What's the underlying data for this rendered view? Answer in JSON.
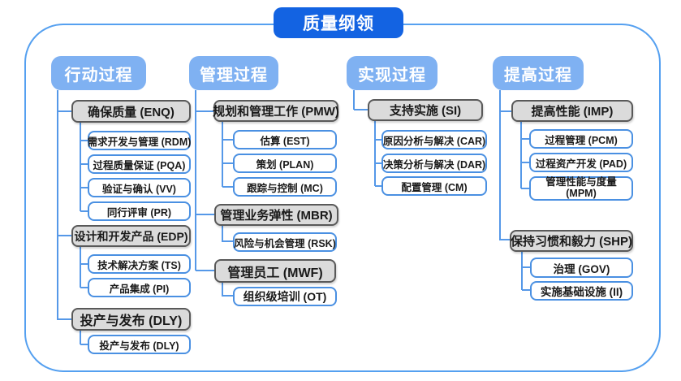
{
  "title": "质量纲领",
  "columns": [
    {
      "label": "行动过程",
      "groups": [
        {
          "label": "确保质量 (ENQ)",
          "children": [
            "需求开发与管理 (RDM)",
            "过程质量保证 (PQA)",
            "验证与确认 (VV)",
            "同行评审 (PR)"
          ]
        },
        {
          "label": "设计和开发产品 (EDP)",
          "children": [
            "技术解决方案 (TS)",
            "产品集成 (PI)"
          ]
        },
        {
          "label": "投产与发布 (DLY)",
          "children": [
            "投产与发布 (DLY)"
          ]
        }
      ]
    },
    {
      "label": "管理过程",
      "groups": [
        {
          "label": "规划和管理工作 (PMW)",
          "children": [
            "估算 (EST)",
            "策划 (PLAN)",
            "跟踪与控制 (MC)"
          ]
        },
        {
          "label": "管理业务弹性 (MBR)",
          "children": [
            "风险与机会管理 (RSK)"
          ]
        },
        {
          "label": "管理员工 (MWF)",
          "children": [
            "组织级培训 (OT)"
          ]
        }
      ]
    },
    {
      "label": "实现过程",
      "groups": [
        {
          "label": "支持实施 (SI)",
          "children": [
            "原因分析与解决 (CAR)",
            "决策分析与解决 (DAR)",
            "配置管理 (CM)"
          ]
        }
      ]
    },
    {
      "label": "提高过程",
      "groups": [
        {
          "label": "提高性能 (IMP)",
          "children": [
            "过程管理 (PCM)",
            "过程资产开发 (PAD)",
            "管理性能与度量 (MPM)"
          ]
        },
        {
          "label": "保持习惯和毅力 (SHP)",
          "children": [
            "治理 (GOV)",
            "实施基础设施 (II)"
          ]
        }
      ]
    }
  ],
  "colors": {
    "title_bg": "#1363e2",
    "header_bg": "#7fb1f2",
    "gray_box_bg": "#dbdbdb",
    "gray_box_border": "#595959",
    "white_box_border": "#4a90e2",
    "connector": "#5598e8",
    "frame_border": "#55a0f0"
  }
}
